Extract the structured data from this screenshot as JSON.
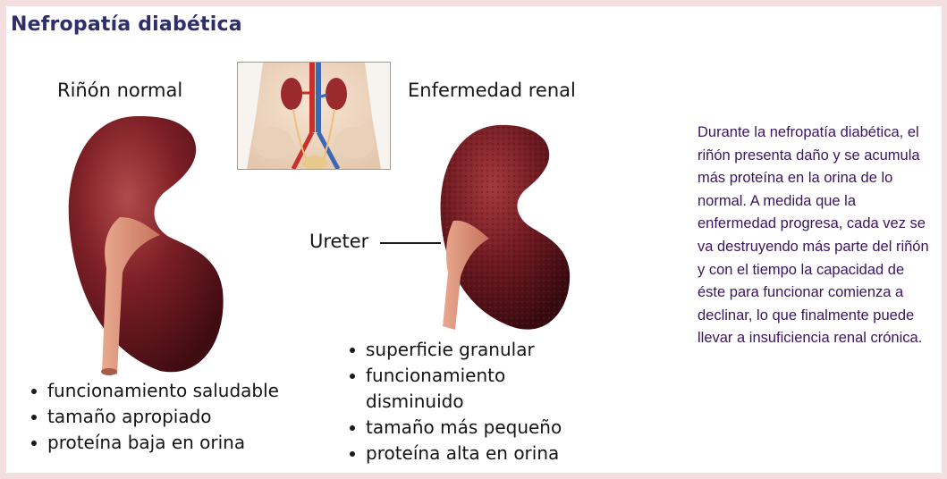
{
  "title": "Nefropatía diabética",
  "normal": {
    "label": "Riñón normal",
    "bullets": [
      "funcionamiento saludable",
      "tamaño apropiado",
      "proteína baja en orina"
    ]
  },
  "disease": {
    "label": "Enfermedad renal",
    "ureter_label": "Ureter",
    "bullets": [
      "superficie granular",
      "funcionamiento disminuido",
      "tamaño más pequeño",
      "proteína alta en orina"
    ]
  },
  "description": "Durante la nefropatía diabética, el riñón presenta daño y se acumula más proteína en la orina de lo normal. A medida que la enfermedad progresa, cada vez se va destruyendo más parte del riñón y con el tiempo la capacidad de éste para funcionar comienza a declinar, lo que finalmente puede llevar a insuficiencia renal crónica.",
  "colors": {
    "frame": "#f3dfe0",
    "title": "#2e2e6e",
    "description_text": "#3b1560",
    "kidney": "#7a1f26",
    "ureter": "#d38a75"
  },
  "icons": [
    "kidney-anatomy-thumbnail",
    "normal-kidney-illustration",
    "diseased-kidney-illustration"
  ]
}
